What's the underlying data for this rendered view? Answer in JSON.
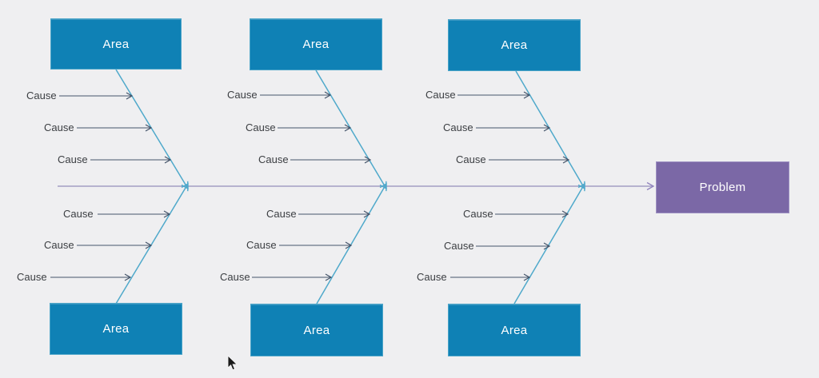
{
  "diagram": {
    "type": "fishbone",
    "problem": {
      "label": "Problem",
      "fill": "#7b68a6"
    },
    "colors": {
      "background": "#efeff1",
      "area_fill": "#0f81b5",
      "area_border": "#4aa4c8",
      "problem_border": "#9d90c2",
      "branch_line": "#4fa9cb",
      "spine_line": "#a39dc4",
      "spine_arrow": "#9184bd",
      "cause_arrow": "#44546a",
      "cause_text": "#3b3e42"
    },
    "branches": [
      {
        "area": "Area",
        "causes": [
          "Cause",
          "Cause",
          "Cause"
        ]
      },
      {
        "area": "Area",
        "causes": [
          "Cause",
          "Cause",
          "Cause"
        ]
      },
      {
        "area": "Area",
        "causes": [
          "Cause",
          "Cause",
          "Cause"
        ]
      },
      {
        "area": "Area",
        "causes": [
          "Cause",
          "Cause",
          "Cause"
        ]
      },
      {
        "area": "Area",
        "causes": [
          "Cause",
          "Cause",
          "Cause"
        ]
      },
      {
        "area": "Area",
        "causes": [
          "Cause",
          "Cause",
          "Cause"
        ]
      }
    ]
  }
}
